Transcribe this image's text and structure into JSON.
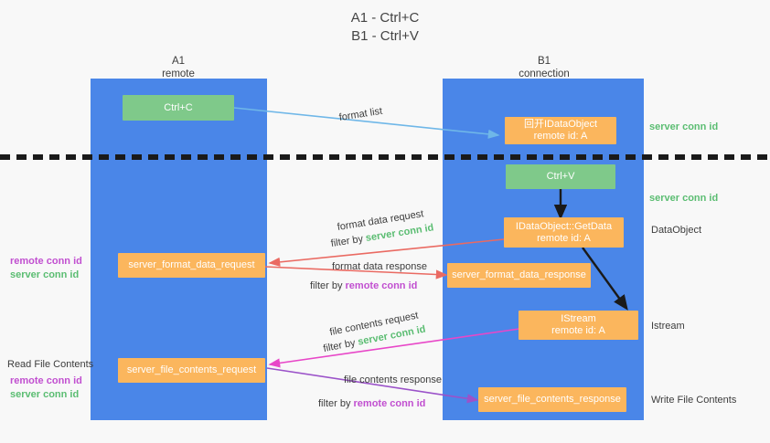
{
  "title": {
    "line1": "A1 - Ctrl+C",
    "line2": "B1 - Ctrl+V"
  },
  "columns": [
    {
      "name": "A1",
      "sub": "remote"
    },
    {
      "name": "B1",
      "sub": "connection"
    }
  ],
  "nodes": {
    "ctrl_c": {
      "label": "Ctrl+C"
    },
    "ctrl_v": {
      "label": "Ctrl+V"
    },
    "idataobject": {
      "line1": "回开IDataObject",
      "line2": "remote id: A"
    },
    "getdata": {
      "line1": "IDataObject::GetData",
      "line2": "remote id: A"
    },
    "istream": {
      "line1": "IStream",
      "line2": "remote id: A"
    },
    "format_data_request": {
      "label": "server_format_data_request"
    },
    "format_data_response": {
      "label": "server_format_data_response"
    },
    "file_contents_request": {
      "label": "server_file_contents_request"
    },
    "file_contents_response": {
      "label": "server_file_contents_response"
    }
  },
  "arrow_labels": {
    "format_list": "format list",
    "format_data_request": "format data request",
    "format_data_request_filter_prefix": "filter by ",
    "format_data_request_filter_value": "server conn id",
    "format_data_response": "format data response",
    "format_data_response_filter_prefix": "filter by ",
    "format_data_response_filter_value": "remote conn id",
    "file_contents_request": "file contents request",
    "file_contents_request_filter_prefix": "filter by ",
    "file_contents_request_filter_value": "server conn id",
    "file_contents_response": "file contents response",
    "file_contents_response_filter_prefix": "filter by ",
    "file_contents_response_filter_value": "remote conn id"
  },
  "side_labels": {
    "right_server_conn_1": "server conn id",
    "right_server_conn_2": "server conn id",
    "right_dataobject": "DataObject",
    "right_istream": "Istream",
    "right_write_file_contents": "Write File Contents",
    "left_remote_conn_1": "remote conn id",
    "left_server_conn_1": "server conn id",
    "left_read_file_contents": "Read File Contents",
    "left_remote_conn_2": "remote conn id",
    "left_server_conn_2": "server conn id"
  },
  "colors": {
    "band": "#4a86e8",
    "green_node": "#7fc98a",
    "orange_node": "#fbb65d",
    "green_text": "#5bbd72",
    "purple_text": "#c14fd0",
    "arrow_blue": "#6fb7e8",
    "arrow_red": "#ea6a62",
    "arrow_pink": "#e847c8",
    "arrow_purple": "#9b52c9",
    "arrow_black": "#1a1a1a"
  }
}
